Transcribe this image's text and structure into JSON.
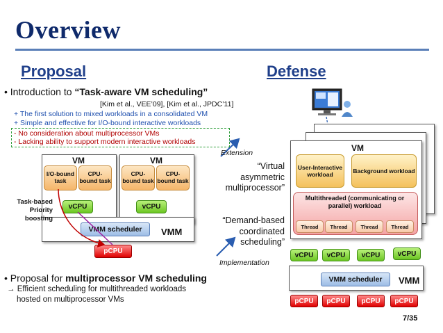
{
  "slide": {
    "title": "Overview",
    "page_number": "7/35",
    "colors": {
      "title": "#0f2a6b",
      "section": "#1f3f8a",
      "note": "#1e4fae",
      "vcpu": "#6cc623",
      "pcpu": "#e00000"
    }
  },
  "proposal": {
    "heading": "Proposal",
    "bullet1_prefix": "•  Introduction to ",
    "bullet1_em": "“Task-aware VM scheduling”",
    "refs": "[Kim et al., VEE’09], [Kim et al., JPDC’11]",
    "plus1": "+ The first solution to mixed workloads in a consolidated VM",
    "plus2": "+ Simple and effective for I/O-bound interactive workloads",
    "minus1": "- No consideration about multiprocessor VMs",
    "minus2": "- Lacking ability to support modern interactive workloads",
    "bullet2_prefix": "•  Proposal for ",
    "bullet2_em": "multiprocessor VM scheduling",
    "arrow_line1": "→ Efficient scheduling for multithreaded workloads",
    "arrow_line2": "hosted on multiprocessor VMs"
  },
  "left_diagram": {
    "vm1_label": "VM",
    "vm2_label": "VM",
    "vm1_task1": "I/O-bound task",
    "vm1_task2": "CPU-bound task",
    "vm2_task1": "CPU-bound task",
    "vm2_task2": "CPU-bound task",
    "vcpu1": "vCPU",
    "vcpu2": "vCPU",
    "sched": "VMM scheduler",
    "vmm": "VMM",
    "pcpu": "pCPU",
    "side_label1": "Task-based",
    "side_label2": "Priority boosting"
  },
  "middle": {
    "extension": "Extension",
    "virtual": "“Virtual asymmetric multiprocessor”",
    "demand": "“Demand-based coordinated scheduling”",
    "implementation": "Implementation"
  },
  "defense": {
    "heading": "Defense",
    "vm_label": "VM",
    "user_interactive": "User-Interactive workload",
    "background": "Background workload",
    "multithreaded": "Multithreaded (communicating or parallel) workload",
    "threads": [
      "Thread",
      "Thread",
      "Thread",
      "Thread"
    ],
    "vcpus": [
      "vCPU",
      "vCPU",
      "vCPU",
      "vCPU"
    ],
    "sched": "VMM scheduler",
    "vmm": "VMM",
    "pcpus": [
      "pCPU",
      "pCPU",
      "pCPU",
      "pCPU"
    ]
  }
}
